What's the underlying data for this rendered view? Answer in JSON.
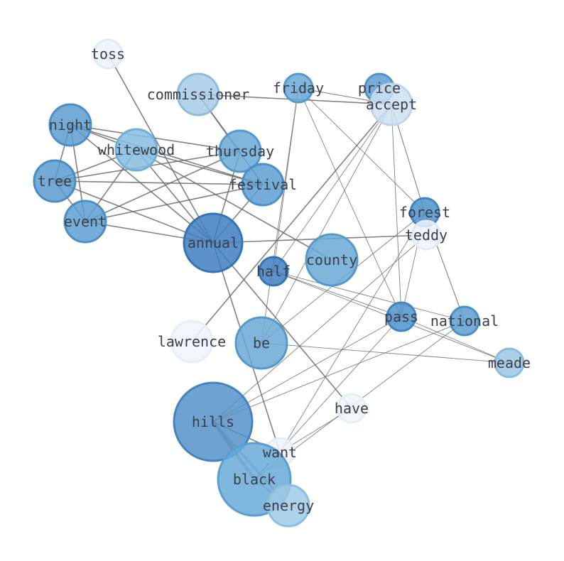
{
  "colors": {
    "edge": "#6b6b6b",
    "label": "#3a3f4a"
  },
  "nodes": [
    {
      "id": "toss",
      "label": "toss",
      "fill": "#ecf2fa",
      "stroke": "#dfe9f5",
      "alpha": 0.85
    },
    {
      "id": "commissioner",
      "label": "commissioner",
      "fill": "#a6cbe5",
      "stroke": "#8fbcdc",
      "alpha": 0.85
    },
    {
      "id": "friday",
      "label": "friday",
      "fill": "#6aa9d6",
      "stroke": "#5599cc",
      "alpha": 0.85
    },
    {
      "id": "price",
      "label": "price",
      "fill": "#5e9fd1",
      "stroke": "#4f93c8",
      "alpha": 0.85
    },
    {
      "id": "accept",
      "label": "accept",
      "fill": "#cfe0f1",
      "stroke": "#bed5eb",
      "alpha": 0.85
    },
    {
      "id": "night",
      "label": "night",
      "fill": "#5d9dd0",
      "stroke": "#4a8fc6",
      "alpha": 0.85
    },
    {
      "id": "whitewood",
      "label": "whitewood",
      "fill": "#86bde0",
      "stroke": "#6fb0da",
      "alpha": 0.85
    },
    {
      "id": "thursday",
      "label": "thursday",
      "fill": "#6aa8d6",
      "stroke": "#5599cc",
      "alpha": 0.85
    },
    {
      "id": "tree",
      "label": "tree",
      "fill": "#5a9bcf",
      "stroke": "#478ec6",
      "alpha": 0.85
    },
    {
      "id": "festival",
      "label": "festival",
      "fill": "#5e9fd1",
      "stroke": "#4a8fc6",
      "alpha": 0.85
    },
    {
      "id": "event",
      "label": "event",
      "fill": "#5e9fd1",
      "stroke": "#4a8fc6",
      "alpha": 0.85
    },
    {
      "id": "forest",
      "label": "forest",
      "fill": "#4f93cb",
      "stroke": "#3f86c2",
      "alpha": 0.85
    },
    {
      "id": "teddy",
      "label": "teddy",
      "fill": "#eef3fb",
      "stroke": "#e1eaf6",
      "alpha": 0.85
    },
    {
      "id": "annual",
      "label": "annual",
      "fill": "#3f7fbf",
      "stroke": "#3574b5",
      "alpha": 0.85
    },
    {
      "id": "half",
      "label": "half",
      "fill": "#3f7fbf",
      "stroke": "#3574b5",
      "alpha": 0.85
    },
    {
      "id": "county",
      "label": "county",
      "fill": "#6aa8d6",
      "stroke": "#5599cc",
      "alpha": 0.85
    },
    {
      "id": "pass",
      "label": "pass",
      "fill": "#4f93cb",
      "stroke": "#3f86c2",
      "alpha": 0.85
    },
    {
      "id": "national",
      "label": "national",
      "fill": "#5e9fd1",
      "stroke": "#4a8fc6",
      "alpha": 0.85
    },
    {
      "id": "lawrence",
      "label": "lawrence",
      "fill": "#eef3fb",
      "stroke": "#e7eef8",
      "alpha": 0.85
    },
    {
      "id": "be",
      "label": "be",
      "fill": "#6aa9d6",
      "stroke": "#5599cc",
      "alpha": 0.85
    },
    {
      "id": "meade",
      "label": "meade",
      "fill": "#9dc7e4",
      "stroke": "#8abcdd",
      "alpha": 0.85
    },
    {
      "id": "hills",
      "label": "hills",
      "fill": "#5592c9",
      "stroke": "#4384c0",
      "alpha": 0.85
    },
    {
      "id": "have",
      "label": "have",
      "fill": "#eef3fb",
      "stroke": "#e5edf7",
      "alpha": 0.85
    },
    {
      "id": "want",
      "label": "want",
      "fill": "#eef3fb",
      "stroke": "#e5edf7",
      "alpha": 0.85
    },
    {
      "id": "black",
      "label": "black",
      "fill": "#6aaad8",
      "stroke": "#5a9ed2",
      "alpha": 0.85
    },
    {
      "id": "energy",
      "label": "energy",
      "fill": "#9fcae6",
      "stroke": "#8bbfe0",
      "alpha": 0.85
    }
  ],
  "edges": [
    {
      "source": "toss",
      "target": "annual",
      "weight": 1.6
    },
    {
      "source": "commissioner",
      "target": "accept",
      "weight": 1.6
    },
    {
      "source": "commissioner",
      "target": "festival",
      "weight": 1.6
    },
    {
      "source": "commissioner",
      "target": "thursday",
      "weight": 1.1
    },
    {
      "source": "night",
      "target": "whitewood",
      "weight": 1.6
    },
    {
      "source": "night",
      "target": "thursday",
      "weight": 1.6
    },
    {
      "source": "night",
      "target": "festival",
      "weight": 1.6
    },
    {
      "source": "night",
      "target": "tree",
      "weight": 1.6
    },
    {
      "source": "night",
      "target": "event",
      "weight": 1.6
    },
    {
      "source": "night",
      "target": "annual",
      "weight": 1.6
    },
    {
      "source": "whitewood",
      "target": "tree",
      "weight": 1.6
    },
    {
      "source": "whitewood",
      "target": "festival",
      "weight": 1.6
    },
    {
      "source": "whitewood",
      "target": "event",
      "weight": 1.6
    },
    {
      "source": "whitewood",
      "target": "annual",
      "weight": 1.6
    },
    {
      "source": "whitewood",
      "target": "county",
      "weight": 1.6
    },
    {
      "source": "thursday",
      "target": "tree",
      "weight": 1.6
    },
    {
      "source": "thursday",
      "target": "event",
      "weight": 1.6
    },
    {
      "source": "thursday",
      "target": "annual",
      "weight": 1.6
    },
    {
      "source": "tree",
      "target": "festival",
      "weight": 1.6
    },
    {
      "source": "tree",
      "target": "event",
      "weight": 1.6
    },
    {
      "source": "tree",
      "target": "annual",
      "weight": 1.6
    },
    {
      "source": "festival",
      "target": "event",
      "weight": 1.6
    },
    {
      "source": "festival",
      "target": "annual",
      "weight": 1.6
    },
    {
      "source": "event",
      "target": "annual",
      "weight": 1.6
    },
    {
      "source": "annual",
      "target": "teddy",
      "weight": 1.6
    },
    {
      "source": "annual",
      "target": "want",
      "weight": 1.6
    },
    {
      "source": "annual",
      "target": "have",
      "weight": 1.6
    },
    {
      "source": "friday",
      "target": "accept",
      "weight": 1.1
    },
    {
      "source": "friday",
      "target": "forest",
      "weight": 0.9
    },
    {
      "source": "friday",
      "target": "pass",
      "weight": 0.9
    },
    {
      "source": "friday",
      "target": "be",
      "weight": 0.9
    },
    {
      "source": "friday",
      "target": "half",
      "weight": 0.9
    },
    {
      "source": "accept",
      "target": "lawrence",
      "weight": 1.6
    },
    {
      "source": "accept",
      "target": "forest",
      "weight": 1.1
    },
    {
      "source": "accept",
      "target": "pass",
      "weight": 0.9
    },
    {
      "source": "accept",
      "target": "half",
      "weight": 0.9
    },
    {
      "source": "accept",
      "target": "be",
      "weight": 0.9
    },
    {
      "source": "forest",
      "target": "national",
      "weight": 1.1
    },
    {
      "source": "forest",
      "target": "pass",
      "weight": 0.9
    },
    {
      "source": "forest",
      "target": "be",
      "weight": 0.9
    },
    {
      "source": "forest",
      "target": "want",
      "weight": 0.9
    },
    {
      "source": "half",
      "target": "pass",
      "weight": 0.9
    },
    {
      "source": "half",
      "target": "national",
      "weight": 0.9
    },
    {
      "source": "half",
      "target": "meade",
      "weight": 0.9
    },
    {
      "source": "pass",
      "target": "meade",
      "weight": 0.9
    },
    {
      "source": "pass",
      "target": "hills",
      "weight": 0.9
    },
    {
      "source": "pass",
      "target": "black",
      "weight": 0.9
    },
    {
      "source": "national",
      "target": "hills",
      "weight": 0.9
    },
    {
      "source": "national",
      "target": "black",
      "weight": 0.9
    },
    {
      "source": "be",
      "target": "meade",
      "weight": 0.9
    },
    {
      "source": "teddy",
      "target": "hills",
      "weight": 0.9
    },
    {
      "source": "hills",
      "target": "black",
      "weight": 4.5
    },
    {
      "source": "hills",
      "target": "energy",
      "weight": 3.0
    },
    {
      "source": "hills",
      "target": "want",
      "weight": 1.6
    },
    {
      "source": "black",
      "target": "energy",
      "weight": 2.2
    },
    {
      "source": "black",
      "target": "want",
      "weight": 1.1
    },
    {
      "source": "have",
      "target": "want",
      "weight": 0.9
    }
  ]
}
